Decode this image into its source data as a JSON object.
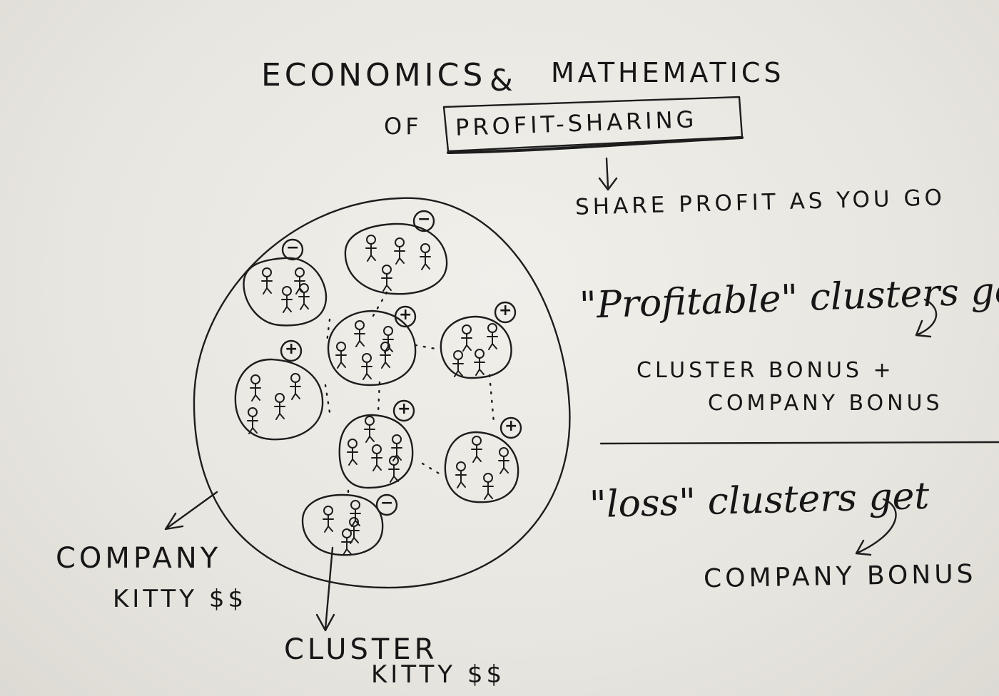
{
  "title": {
    "line1_left": "ECONOMICS",
    "amp": "&",
    "line1_right": "MATHEMATICS",
    "of": "OF",
    "boxed": "PROFIT-SHARING"
  },
  "share_note": "SHARE PROFIT AS YOU GO",
  "profitable": {
    "heading": "\"Profitable\" clusters get",
    "line1": "CLUSTER BONUS +",
    "line2": "COMPANY BONUS"
  },
  "loss": {
    "heading": "\"loss\" clusters get",
    "line1": "COMPANY BONUS"
  },
  "company_kitty": {
    "line1": "COMPANY",
    "line2": "KITTY $$"
  },
  "cluster_kitty": {
    "line1": "CLUSTER",
    "line2": "KITTY $$"
  },
  "clusters": [
    {
      "sign": "−",
      "people": 4
    },
    {
      "sign": "−",
      "people": 4
    },
    {
      "sign": "+",
      "people": 5
    },
    {
      "sign": "+",
      "people": 4
    },
    {
      "sign": "+",
      "people": 4
    },
    {
      "sign": "+",
      "people": 5
    },
    {
      "sign": "+",
      "people": 4
    },
    {
      "sign": "−",
      "people": 4
    }
  ]
}
